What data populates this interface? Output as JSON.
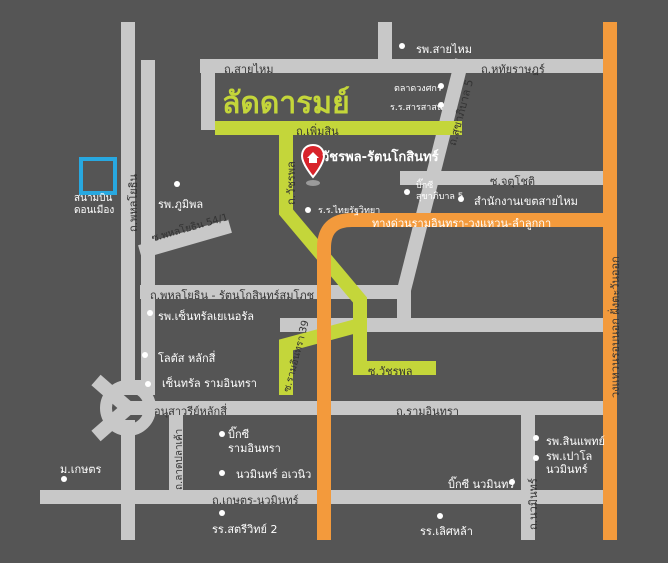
{
  "title": "ลัดดารมย์",
  "project": "วัชรพล-รัตนโกสินทร์",
  "colors": {
    "background": "#555555",
    "road": "#c8c8c8",
    "highlight": "#c4d63a",
    "expressway": "#f39a3c",
    "pin": "#d8232a",
    "airport": "#28a8e0"
  },
  "roads": {
    "saimai": "ถ.สายไหม",
    "hathai": "ถ.หทัยราษฎร์",
    "phermsin": "ถ.เพิ่มสิน",
    "sukhaphiban5": "ถ.สุขาภิบาล 5",
    "watcharaphon_v": "ถ.วัชรพล",
    "jorchuchot": "ซ.จตุโชติ",
    "expressway": "ทางด่วนรามอินทรา-วงแหวน-ลำลูกกา",
    "phahon_ratana": "ถ.พหลโยธิน - รัตนโกสินทร์สมโภช",
    "phahon_v": "ถ.พหลโยธิน",
    "phahon_54": "ซ.พหลโยธิน 54/1",
    "ramintra39": "ซ.รามอินทรา 39",
    "s_watcharaphon": "ซ.วัชรพล",
    "ramintra": "ถ.รามอินทรา",
    "anusawari": "อนุสาวรีย์หลักสี่",
    "latplakhao": "ถ.ลาดปลาเค้า",
    "kaset_nawamin": "ถ.เกษตร-นวมินทร์",
    "nawamin": "ถ.นวมินทร์",
    "ring_road": "วงแหวนรอบนอก ฝั่งตะวันออก"
  },
  "pois": {
    "rp_saimai": "รพ.สายไหม",
    "talad": "ตลาดวงศกร",
    "rr_sarasas": "ร.ร.สารสาสน์",
    "bigc_sukha": "บิ๊กซี\nสุขาภิบาล 5",
    "district": "สำนักงานเขตสายไหม",
    "rr_thai": "ร.ร.ไทยรัฐวิทยา",
    "rp_bhumibol": "รพ.ภูมิพล",
    "airport": "สนามบิน\nดอนเมือง",
    "rp_central": "รพ.เซ็นทรัลเยเนอรัล",
    "lotus": "โลตัส หลักสี่",
    "central_ram": "เซ็นทรัล รามอินทรา",
    "bigc_ram": "บิ๊กซี\nรามอินทรา",
    "nawamin_avenue": "นวมินทร์ อเวนิว",
    "rp_sinphaet": "รพ.สินแพทย์",
    "rp_paolo": "รพ.เปาโล\nนวมินทร์",
    "bigc_nawamin": "บิ๊กซี นวมินทร์",
    "m_kaset": "ม.เกษตร",
    "rr_satree": "รร.สตรีวิทย์ 2",
    "rr_lertla": "รร.เลิศหล้า"
  }
}
